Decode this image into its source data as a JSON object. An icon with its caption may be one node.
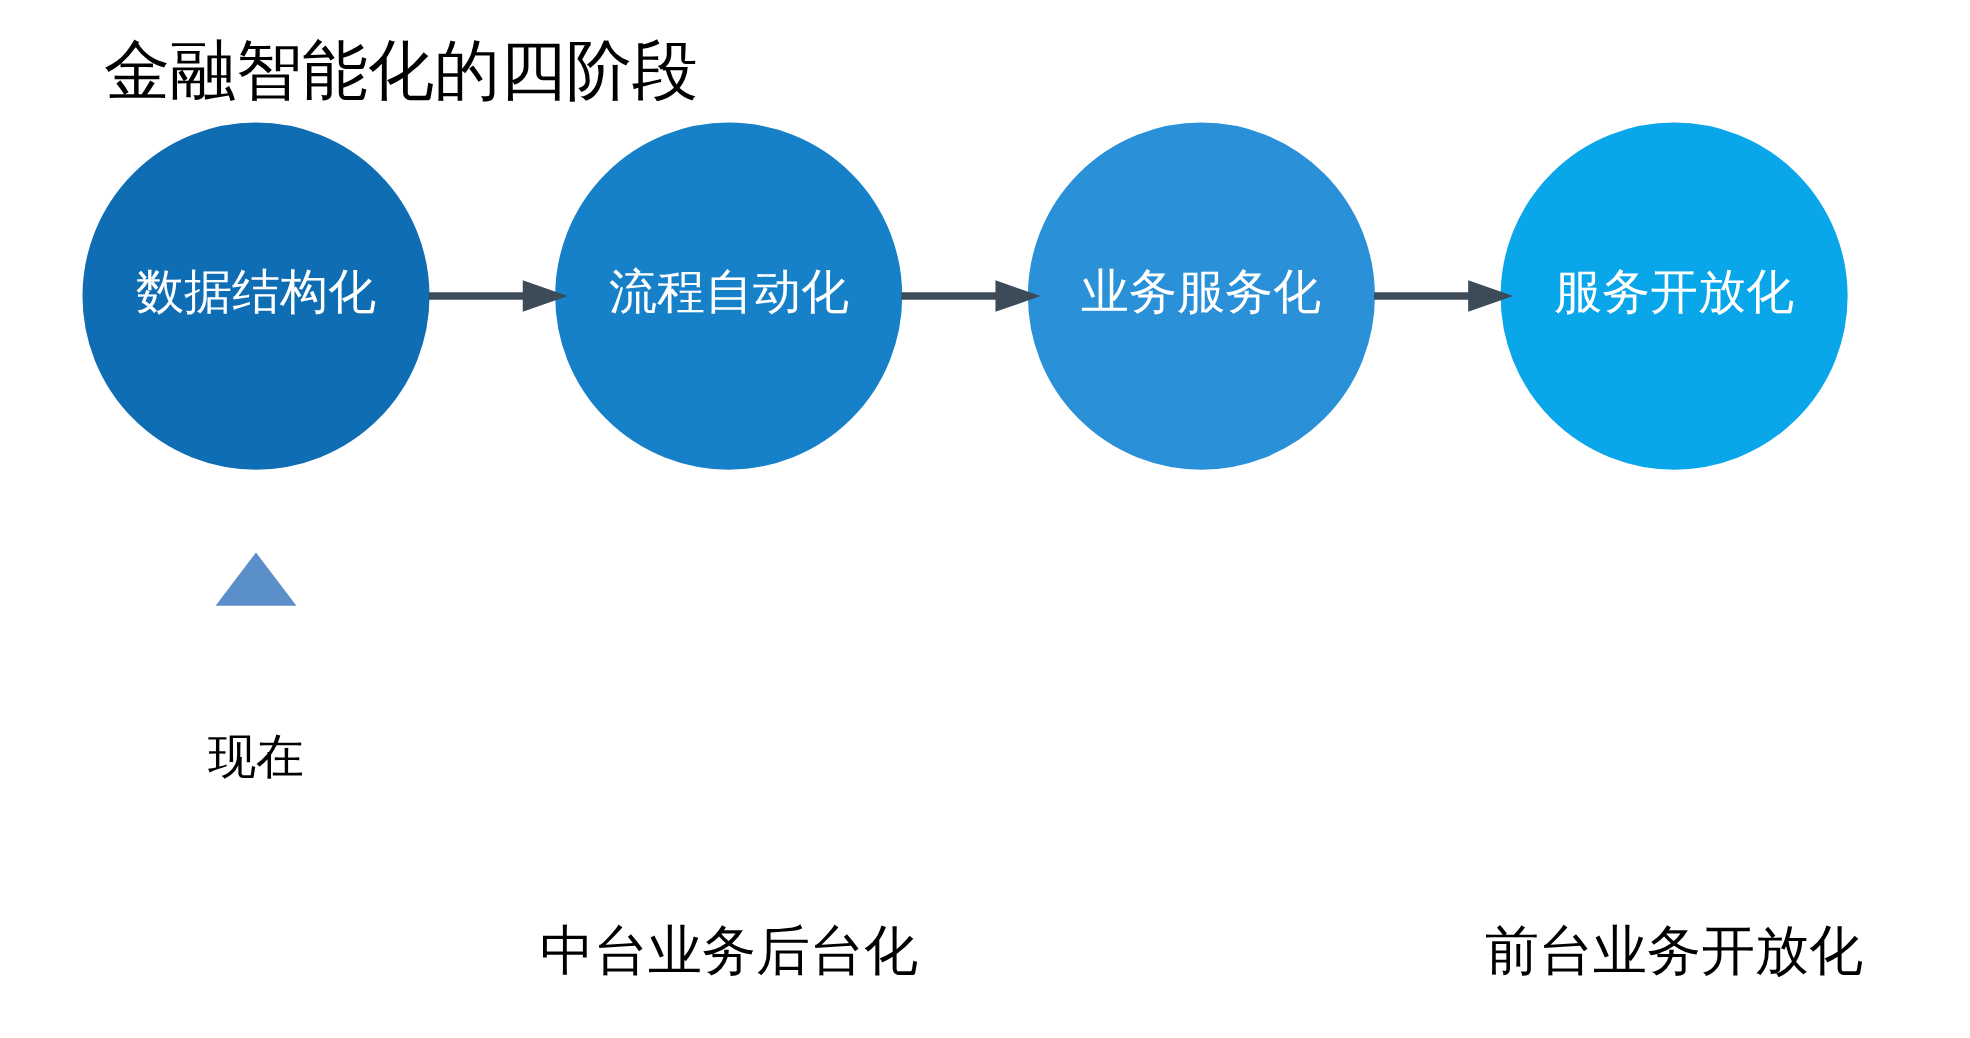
{
  "diagram": {
    "title": "金融智能化的四阶段",
    "nodes": [
      {
        "text": [
          "数据结构化"
        ]
      },
      {
        "text": [
          "流程自动化"
        ]
      },
      {
        "text": [
          "业务服务化"
        ]
      },
      {
        "text": [
          "服务开放化"
        ]
      },
      {
        "text": [],
        "shape": "triangle",
        "beside": [
          "现在"
        ]
      }
    ],
    "edges": [
      {
        "from": 0,
        "to": 1,
        "arrow": "to"
      },
      {
        "from": 1,
        "to": 2,
        "arrow": "to"
      },
      {
        "from": 2,
        "to": 3,
        "arrow": "to"
      }
    ],
    "labels": [
      "中台业务后台化",
      "前台业务开放化"
    ]
  }
}
